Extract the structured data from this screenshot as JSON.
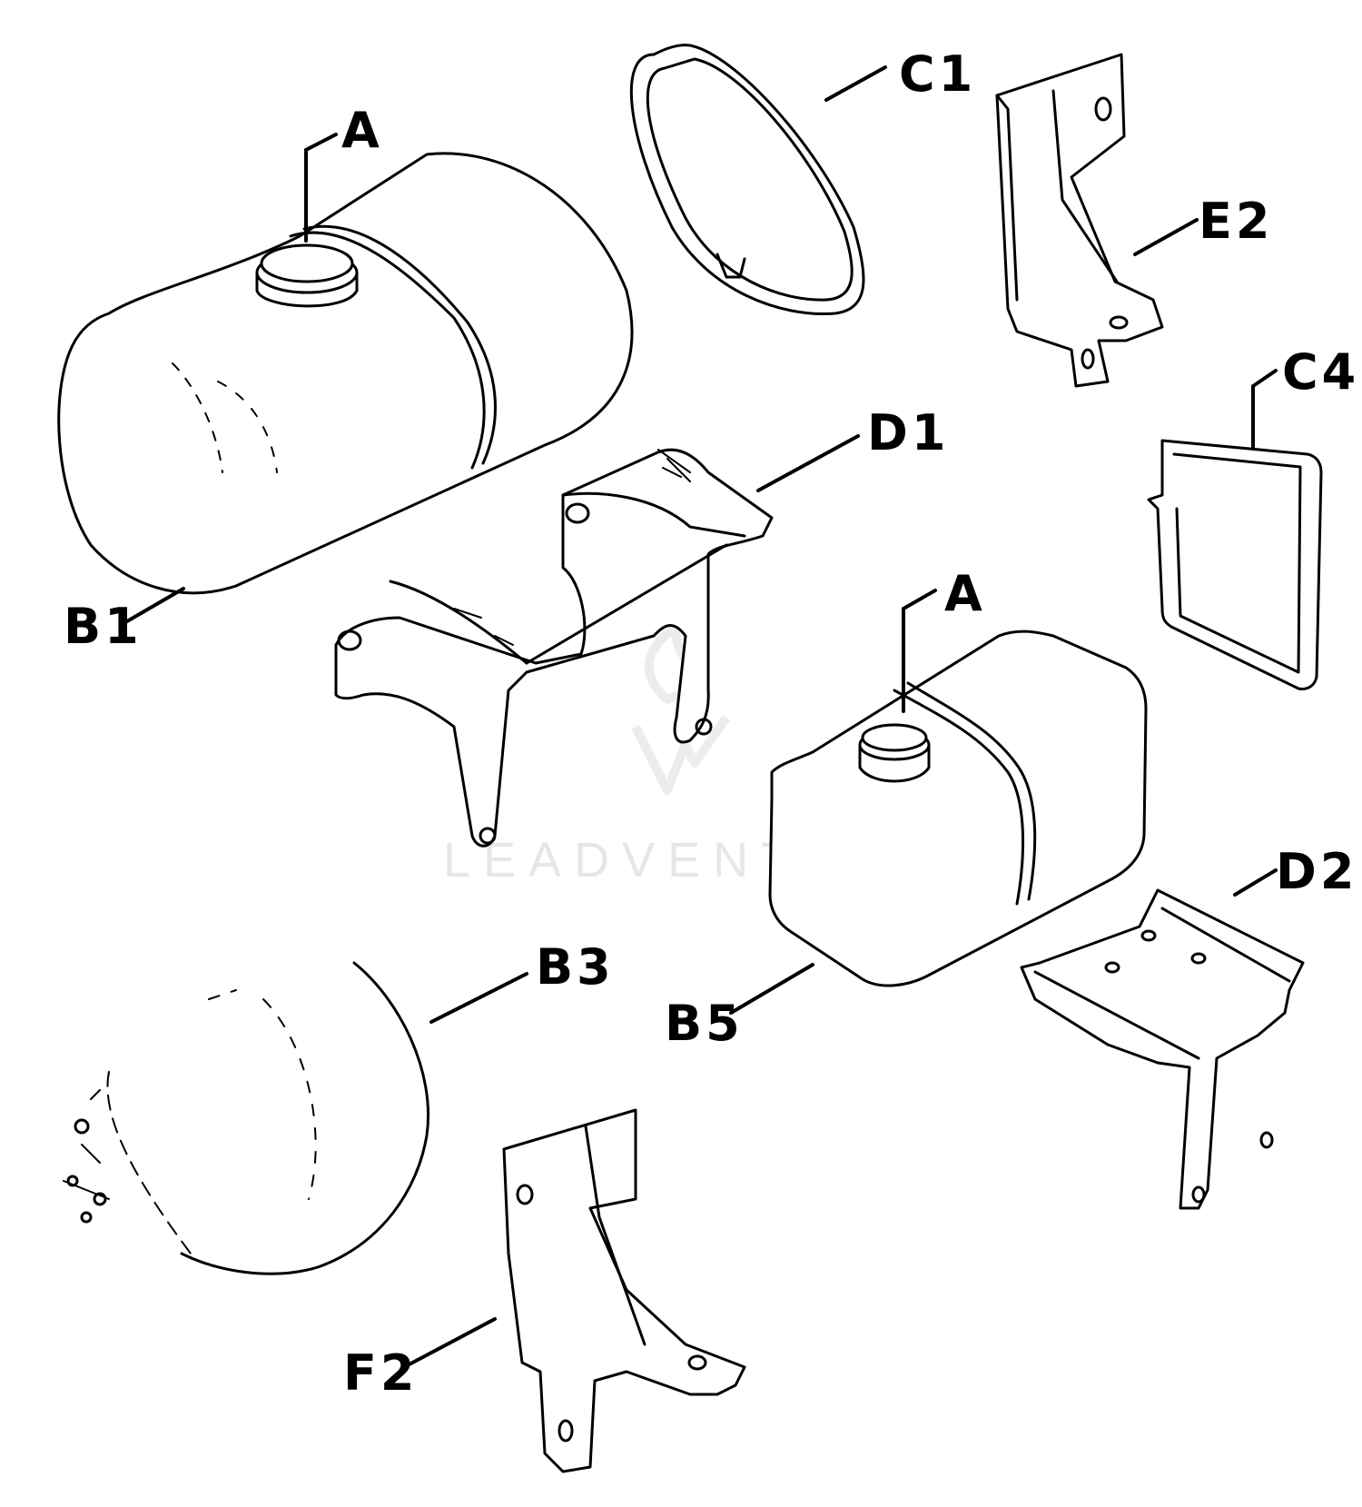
{
  "labels": {
    "a_top": "A",
    "a_right": "A",
    "b1": "B1",
    "b3": "B3",
    "b5": "B5",
    "c1": "C1",
    "c4": "C4",
    "d1": "D1",
    "d2": "D2",
    "e2": "E2",
    "f2": "F2"
  },
  "watermark": "LEADVENTURE"
}
